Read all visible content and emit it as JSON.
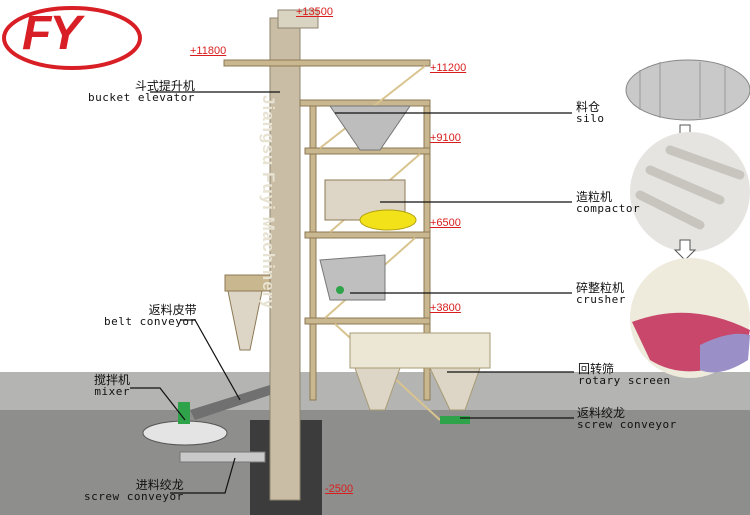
{
  "logo": {
    "text": "FY",
    "color": "#d91f26"
  },
  "watermark": "Jiangsu Fuyi Machinery",
  "elevations": [
    "+13500",
    "+11800",
    "+11200",
    "+9100",
    "+6500",
    "+3800",
    "-2500"
  ],
  "labels": {
    "bucket_elevator": {
      "cn": "斗式提升机",
      "en": "bucket elevator"
    },
    "silo": {
      "cn": "料仓",
      "en": "silo"
    },
    "compactor": {
      "cn": "造粒机",
      "en": "compactor"
    },
    "crusher": {
      "cn": "碎整粒机",
      "en": "crusher"
    },
    "rotary_screen": {
      "cn": "回转筛",
      "en": "rotary screen"
    },
    "return_screw": {
      "cn": "返料绞龙",
      "en": "screw conveyor"
    },
    "belt_conveyor": {
      "cn": "返料皮带",
      "en": "belt conveyor"
    },
    "mixer": {
      "cn": "搅拌机",
      "en": "mixer"
    },
    "feed_screw": {
      "cn": "进料绞龙",
      "en": "screw conveyor"
    }
  },
  "colors": {
    "frame": "#c9b78f",
    "ground": "#8f8f8d",
    "accent": "#d81e1e",
    "motor": "#2fa34a",
    "compactor": "#f2e21a"
  }
}
